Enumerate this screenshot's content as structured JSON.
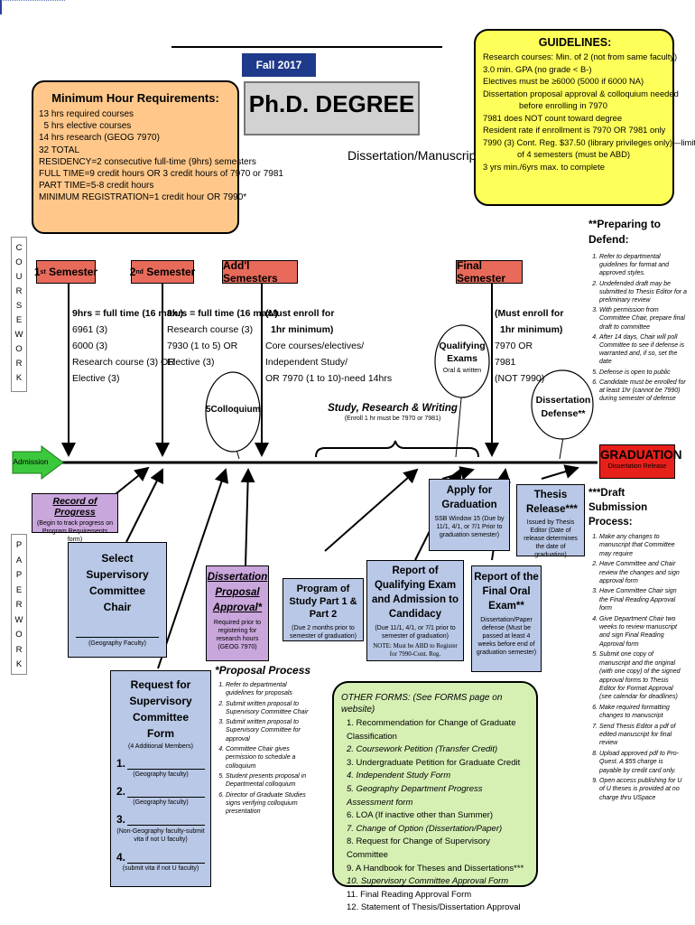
{
  "corner_mark": "",
  "header": {
    "term": "Fall 2017",
    "title": "Ph.D. DEGREE",
    "subtitle": "Dissertation/Manuscript"
  },
  "min_hours": {
    "title": "Minimum Hour Requirements:",
    "lines": [
      "13 hrs required courses",
      "  5 hrs elective courses",
      "14 hrs research (GEOG 7970)",
      "32 TOTAL",
      "RESIDENCY=2 consecutive full-time (9hrs) semesters",
      "FULL TIME=9 credit hours OR 3 credit hours of 7970 or 7981",
      "PART TIME=5-8 credit hours",
      "MINIMUM REGISTRATION=1 credit hour OR 7990*"
    ]
  },
  "guidelines": {
    "title": "GUIDELINES:",
    "lines": [
      "Research courses: Min. of 2 (not from same faculty)",
      "3.0 min. GPA (no grade < B-)",
      "Electives must be ≥6000 (5000 if 6000 NA)",
      "Dissertation proposal approval & colloquium needed",
      "before enrolling in 7970",
      "7981 does NOT count toward degree",
      "Resident rate if enrollment is 7970 OR 7981 only",
      "7990 (3) Cont. Reg. $37.50 (library privileges only)—limit",
      "of 4 semesters (must be ABD)",
      "3 yrs min./6yrs max. to complete"
    ]
  },
  "side_labels": {
    "coursework": [
      "C",
      "O",
      "U",
      "R",
      "S",
      "E",
      "W",
      "O",
      "R",
      "K"
    ],
    "paperwork": [
      "P",
      "A",
      "P",
      "E",
      "R",
      "W",
      "O",
      "R",
      "K"
    ]
  },
  "semesters": [
    {
      "label": "1st Semester",
      "lines": [
        "9hrs = full time (16 max.)",
        "6961 (3)",
        "6000 (3)",
        "Research course (3) OR",
        "Elective (3)"
      ]
    },
    {
      "label": "2nd Semester",
      "lines": [
        "9hrs = full time (16 max.)",
        "Research course (3)",
        "7930 (1 to 5) OR",
        "Elective (3)"
      ]
    },
    {
      "label": "Add'l Semesters",
      "lines": [
        "(Must enroll for",
        "1hr minimum)",
        "Core courses/electives/",
        "Independent Study/",
        "OR 7970 (1 to 10)-need 14hrs"
      ]
    },
    {
      "label": "Final Semester",
      "lines": [
        "(Must enroll for",
        "1hr minimum)",
        "7970 OR",
        "7981",
        "(NOT 7990)"
      ]
    }
  ],
  "colloquium": "5Colloquium",
  "qualifying": {
    "title": "Qualifying Exams",
    "note": "Oral & written"
  },
  "study": {
    "title": "Study, Research & Writing",
    "note": "(Enroll 1 hr must be 7970 or 7981)"
  },
  "defense": "Dissertation Defense**",
  "admission": "Admission",
  "graduation": {
    "title": "GRADUATION",
    "note": "Dissertation Release"
  },
  "preparing": {
    "title": "**Preparing to Defend:",
    "items": [
      "Refer to departmental guidelines for format and approved styles.",
      "Undefended draft may be submitted to Thesis Editor for a preliminary review",
      "With permission from Committee Chair, prepare final draft to committee",
      "After 14 days, Chair will poll Committee to see if defense is warranted and, if so, set the date",
      "Defense is open to public",
      "Candidate must be enrolled for at least 1hr (cannot be 7990) during semester of defense"
    ]
  },
  "record": {
    "title": "Record of Progress",
    "note": "(Begin to track progress on Program Requirements form)"
  },
  "supervisory": {
    "title": "Select Supervisory Committee Chair",
    "note": "(Geography Faculty)"
  },
  "proposal_box": {
    "title": "Dissertation Proposal Approval*",
    "note": "Required prior to registering for research hours (GEOG 7970)"
  },
  "program_study": {
    "title": "Program of Study Part 1 & Part 2",
    "note": "(Due 2 months prior to semester of graduation)"
  },
  "qual_report": {
    "title": "Report of Qualifying Exam and Admission to Candidacy",
    "note": "(Due 11/1, 4/1, or 7/1 prior to semester of graduation)",
    "note2": "NOTE: Must be ABD to Register for 7990-Cont. Reg."
  },
  "apply": {
    "title": "Apply for Graduation",
    "note": "SSB Window 15 (Due by 11/1, 4/1, or 7/1 Prior to graduation semester)"
  },
  "final_oral": {
    "title": "Report of the Final Oral Exam**",
    "note": "Dissertation/Paper defense (Must be passed at least 4 weeks before end of graduation semester)"
  },
  "thesis_release": {
    "title": "Thesis Release***",
    "note": "Issued by Thesis Editor (Date of release determines the date of graduation)"
  },
  "draft": {
    "title": "***Draft Submission Process:",
    "items": [
      "Make any changes to manuscript that Committee may require",
      "Have Committee and Chair review the changes and sign approval form",
      "Have Committee Chair sign the Final Reading Approval form",
      "Give Department Chair two weeks to review manuscript and sign Final Reading Approval form",
      "Submit one copy of manuscript and the original (with one copy) of the signed approval forms to Thesis Editor for Format Approval (see calendar for deadlines)",
      "Make required formatting changes to manuscript",
      "Send Thesis Editor a pdf of edited manuscript for final review",
      "Upload approved pdf to Pro-Quest. A $55 charge is payable by credit card only.",
      "Open access publishing for U of U theses is provided at no charge thru USpace"
    ]
  },
  "request_form": {
    "title": "Request for Supervisory Committee Form",
    "note": "(4 Additional Members)",
    "slots": [
      "1.",
      "2.",
      "3.",
      "4."
    ],
    "slot_notes": [
      "(Geography faculty)",
      "(Geography faculty)",
      "(Non-Geography faculty-submit vita if not U faculty)",
      "(submit vita if not U faculty)"
    ]
  },
  "proposal_process": {
    "title": "*Proposal Process",
    "items": [
      "Refer to departmental guidelines for proposals",
      "Submit written proposal to Supervisory Committee Chair",
      "Submit written proposal to Supervisory Committee for approval",
      "Committee Chair gives permission to schedule a colloquium",
      "Student presents proposal in Departmental colloquium",
      "Director of Graduate Studies signs verifying colloquium presentation"
    ]
  },
  "other_forms": {
    "title": "OTHER FORMS: (See FORMS page on website)",
    "items": [
      "1. Recommendation for Change of Graduate Classification",
      "2. Coursework Petition (Transfer Credit)",
      "3. Undergraduate Petition for Graduate Credit",
      "4. Independent Study Form",
      "5. Geography Department Progress Assessment form",
      "6. LOA (If inactive other than Summer)",
      "7. Change of Option (Dissertation/Paper)",
      "8. Request for Change of Supervisory Committee",
      "9. A Handbook for Theses and Dissertations***",
      "10. Supervisory Committee Approval Form",
      "11. Final Reading Approval Form",
      "12. Statement of Thesis/Dissertation Approval"
    ]
  },
  "colors": {
    "red": "#e86a5a",
    "orange": "#ffc88a",
    "yellow": "#ffff5a",
    "blue": "#b9c8e6",
    "purple": "#c9a6dc",
    "green_box": "#d6f0b4",
    "green_arrow": "#3cc83c",
    "grad_red": "#e8201a",
    "header_blue": "#1f3a8a"
  }
}
